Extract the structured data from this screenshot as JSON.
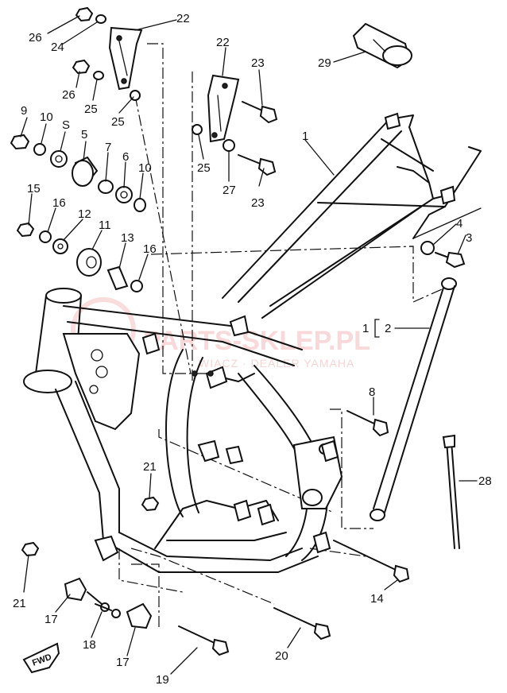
{
  "watermark": {
    "main": "PARTS-SKLEP.PL",
    "sub": "WIĄCZ · DEALER YAMAHA"
  },
  "arrow_label": "FWD",
  "bracket_label": {
    "left": "1",
    "right": "2"
  },
  "callouts": [
    {
      "id": "c26a",
      "text": "26"
    },
    {
      "id": "c24",
      "text": "24"
    },
    {
      "id": "c22a",
      "text": "22"
    },
    {
      "id": "c26b",
      "text": "26"
    },
    {
      "id": "c25a",
      "text": "25"
    },
    {
      "id": "c25b",
      "text": "25"
    },
    {
      "id": "c22b",
      "text": "22"
    },
    {
      "id": "c23a",
      "text": "23"
    },
    {
      "id": "c29",
      "text": "29"
    },
    {
      "id": "c9",
      "text": "9"
    },
    {
      "id": "c10a",
      "text": "10"
    },
    {
      "id": "cS",
      "text": "S"
    },
    {
      "id": "c5",
      "text": "5"
    },
    {
      "id": "c7",
      "text": "7"
    },
    {
      "id": "c6",
      "text": "6"
    },
    {
      "id": "c10b",
      "text": "10"
    },
    {
      "id": "c25c",
      "text": "25"
    },
    {
      "id": "c27",
      "text": "27"
    },
    {
      "id": "c23b",
      "text": "23"
    },
    {
      "id": "c1",
      "text": "1"
    },
    {
      "id": "c15",
      "text": "15"
    },
    {
      "id": "c16a",
      "text": "16"
    },
    {
      "id": "c12",
      "text": "12"
    },
    {
      "id": "c11",
      "text": "11"
    },
    {
      "id": "c13",
      "text": "13"
    },
    {
      "id": "c16b",
      "text": "16"
    },
    {
      "id": "c4",
      "text": "4"
    },
    {
      "id": "c3",
      "text": "3"
    },
    {
      "id": "c8",
      "text": "8"
    },
    {
      "id": "c28",
      "text": "28"
    },
    {
      "id": "c21a",
      "text": "21"
    },
    {
      "id": "c21b",
      "text": "21"
    },
    {
      "id": "c17a",
      "text": "17"
    },
    {
      "id": "c18",
      "text": "18"
    },
    {
      "id": "c17b",
      "text": "17"
    },
    {
      "id": "c14",
      "text": "14"
    },
    {
      "id": "c20",
      "text": "20"
    },
    {
      "id": "c19",
      "text": "19"
    }
  ]
}
